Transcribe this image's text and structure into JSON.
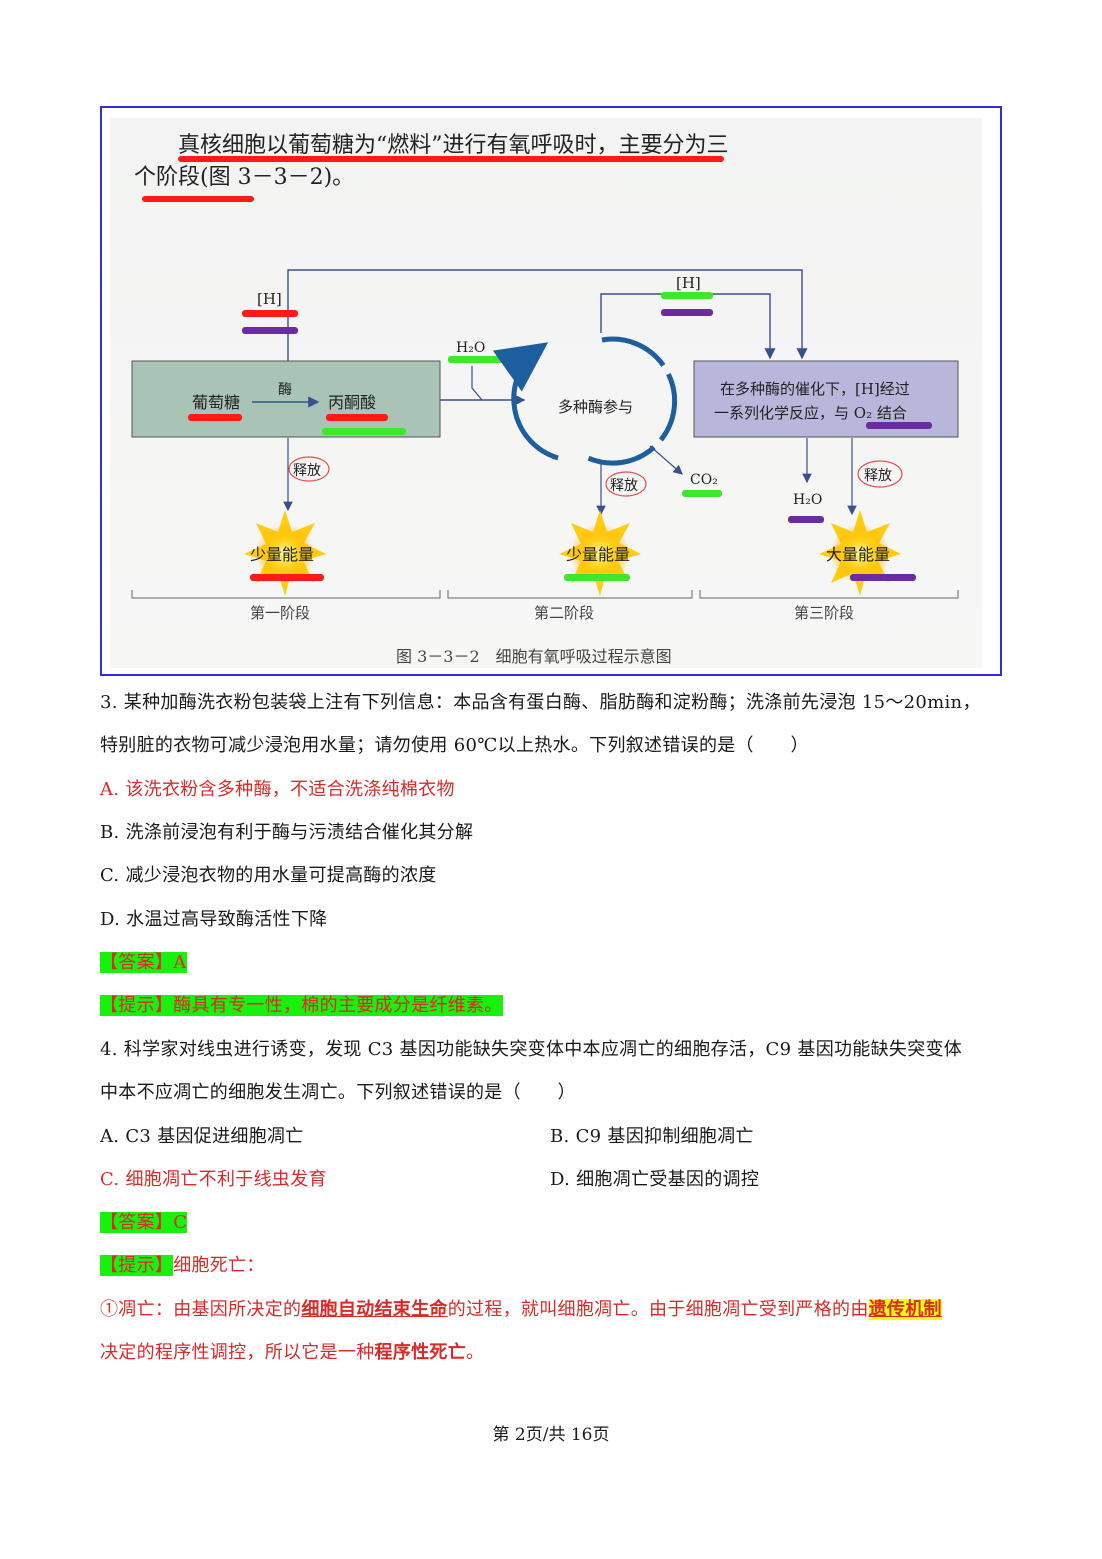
{
  "figure": {
    "intro_line1": "真核细胞以葡萄糖为“燃料”进行有氧呼吸时，主要分为三",
    "intro_line2": "个阶段(图 3－3－2)。",
    "h_left": "[H]",
    "h_top": "[H]",
    "water_in": "H₂O",
    "glucose": "葡萄糖",
    "enzyme": "酶",
    "pyruvate": "丙酮酸",
    "cycle_label": "多种酶参与",
    "stage3_line1": "在多种酶的催化下，[H]经过",
    "stage3_line2": "一系列化学反应，与 O₂ 结合",
    "co2": "CO₂",
    "water_out": "H₂O",
    "release1": "释放",
    "release2": "释放",
    "release3": "释放",
    "energy1": "少量能量",
    "energy2": "少量能量",
    "energy3": "大量能量",
    "stage1": "第一阶段",
    "stage2": "第二阶段",
    "stage3": "第三阶段",
    "caption": "图 3－3－2　细胞有氧呼吸过程示意图",
    "colors": {
      "red_marker": "#ff1a1a",
      "green_marker": "#3ee62c",
      "purple_marker": "#6a2ca0",
      "box_green": "#a9c4b6",
      "box_purple": "#b9b6dc",
      "cycle_blue": "#1c5e9e"
    }
  },
  "q3": {
    "line1": "3. 某种加酶洗衣粉包装袋上注有下列信息：本品含有蛋白酶、脂肪酶和淀粉酶；洗涤前先浸泡 15～20min，",
    "line2": "特别脏的衣物可减少浸泡用水量；请勿使用 60℃以上热水。下列叙述错误的是（　　）",
    "opt_a": "A. 该洗衣粉含多种酶，不适合洗涤纯棉衣物",
    "opt_b": "B. 洗涤前浸泡有利于酶与污渍结合催化其分解",
    "opt_c": "C. 减少浸泡衣物的用水量可提高酶的浓度",
    "opt_d": "D. 水温过高导致酶活性下降",
    "answer_label": "【答案】",
    "answer": "A",
    "hint_label": "【提示】",
    "hint": "酶具有专一性，棉的主要成分是纤维素。"
  },
  "q4": {
    "line1": "4. 科学家对线虫进行诱变，发现 C3 基因功能缺失突变体中本应凋亡的细胞存活，C9 基因功能缺失突变体",
    "line2": "中本不应凋亡的细胞发生凋亡。下列叙述错误的是（　　）",
    "opt_a": "A. C3 基因促进细胞凋亡",
    "opt_b": "B. C9 基因抑制细胞凋亡",
    "opt_c": "C. 细胞凋亡不利于线虫发育",
    "opt_d": "D. 细胞凋亡受基因的调控",
    "answer_label": "【答案】",
    "answer": "C",
    "hint_label": "【提示】",
    "hint": "细胞死亡：",
    "exp_p1": "①凋亡：由基因所决定的",
    "exp_b1": "细胞自动结束生命",
    "exp_p2": "的过程，就叫细胞凋亡。由于细胞凋亡受到严格的由",
    "exp_b2": "遗传机制",
    "exp_p3": "决定的程序性调控，所以它是一种",
    "exp_b3": "程序性死亡",
    "exp_p4": "。"
  },
  "footer": "第 2页/共 16页"
}
